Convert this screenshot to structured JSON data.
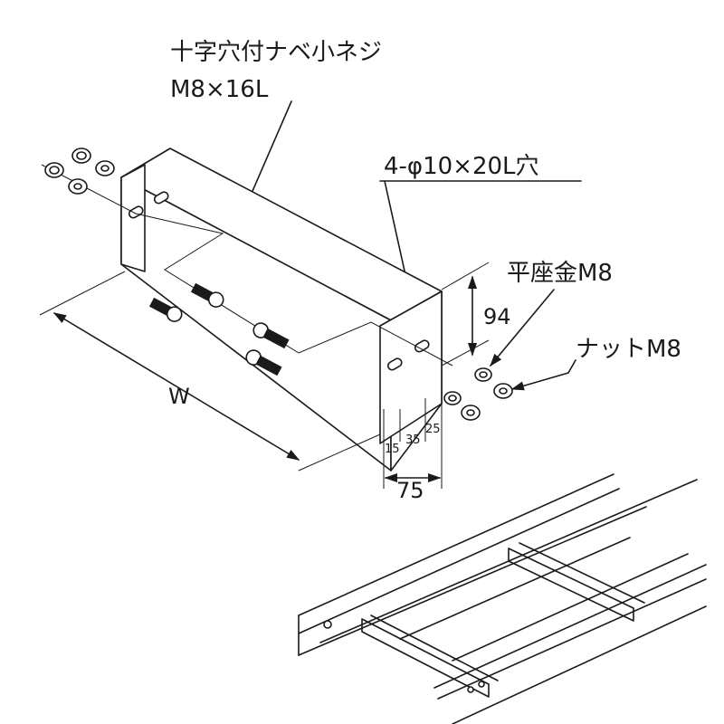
{
  "callouts": {
    "screw_name": "十字穴付ナベ小ネジ",
    "screw_size": "M8×16L",
    "hole_spec": "4-φ10×20L穴",
    "washer": "平座金M8",
    "nut": "ナットM8"
  },
  "dimensions": {
    "width": "W",
    "height": "94",
    "depth": "75",
    "hole_offset_1": "15",
    "hole_offset_2": "35",
    "hole_offset_3": "25"
  }
}
